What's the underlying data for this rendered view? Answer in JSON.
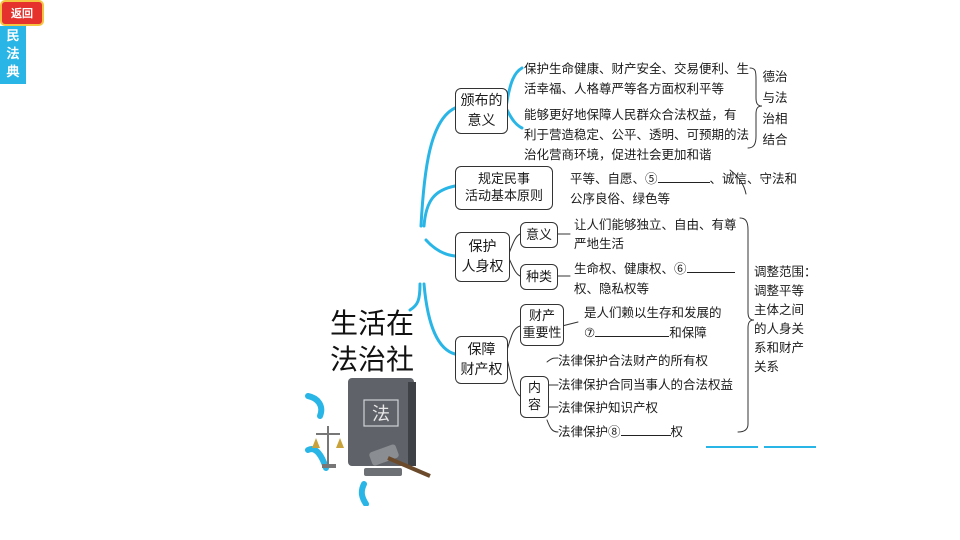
{
  "back_button": "返回",
  "title": "生活在\n法治社会",
  "book_char": "法",
  "root_label": "民\n法\n典",
  "nodes": {
    "significance": "颁布的\n意义",
    "principles": "规定民事\n活动基本原则",
    "personal_rights": "保护\n人身权",
    "property_rights": "保障\n财产权",
    "pr_meaning": "意义",
    "pr_types": "种类",
    "prop_importance": "财产\n重要性",
    "prop_content": "内\n容"
  },
  "texts": {
    "sig_1a": "保护生命健康、财产安全、交易便利、生",
    "sig_1b": "活幸福、人格尊严等各方面权利平等",
    "sig_2a": "能够更好地保障人民群众合法权益，有",
    "sig_2b": "利于营造稳定、公平、透明、可预期的法",
    "sig_2c": "治化营商环境，促进社会更加和谐",
    "sig_side": "德治\n与法\n治相\n结合",
    "prin_a": "平等、自愿、⑤",
    "prin_a_tail": "、诚信、守法和",
    "prin_b": "公序良俗、绿色等",
    "mean_a": "让人们能够独立、自由、有尊",
    "mean_b": "严地生活",
    "type_a": "生命权、健康权、⑥",
    "type_b": "权、隐私权等",
    "imp_a": "是人们赖以生存和发展的",
    "imp_b_pre": "⑦",
    "imp_b_tail": "和保障",
    "c1": "法律保护合法财产的所有权",
    "c2": "法律保护合同当事人的合法权益",
    "c3": "法律保护知识产权",
    "c4_pre": "法律保护⑧",
    "c4_tail": "权",
    "scope": "调整范围：\n调整平等\n主体之间\n的人身关\n系和财产\n关系"
  },
  "colors": {
    "branch": "#29b6e6",
    "accent": "#e6322c",
    "book": "#5f6369"
  }
}
